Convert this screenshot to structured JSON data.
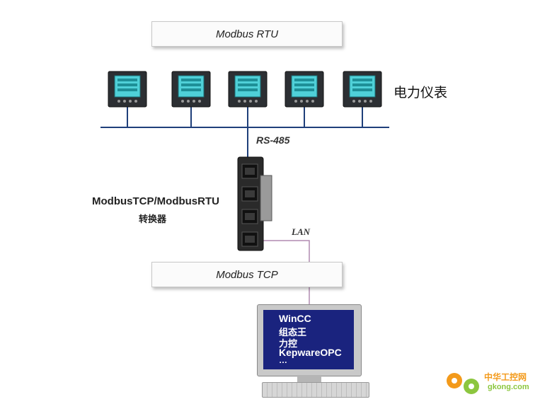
{
  "labels": {
    "modbus_rtu": "Modbus RTU",
    "meters": "电力仪表",
    "rs485": "RS-485",
    "converter_line1": "ModbusTCP/ModbusRTU",
    "converter_line2": "转换器",
    "lan": "LAN",
    "modbus_tcp": "Modbus TCP"
  },
  "monitor_lines": [
    "WinCC",
    "组态王",
    "力控",
    "KepwareOPC",
    "…"
  ],
  "watermark": {
    "brand": "中华工控网",
    "url": "gkong.com"
  },
  "colors": {
    "bus": "#1f3f7a",
    "lan_line": "#b08ab0",
    "watermark_orange": "#f39a1b",
    "watermark_green": "#8cc63f"
  }
}
